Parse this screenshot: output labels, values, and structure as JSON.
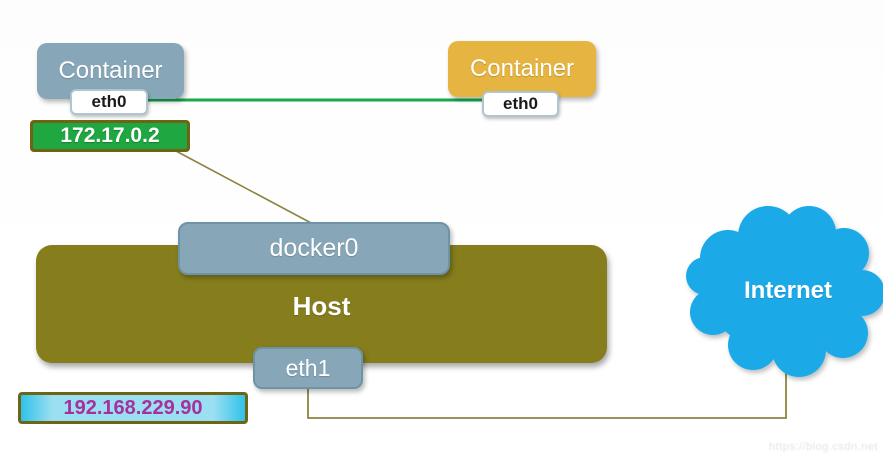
{
  "colors": {
    "steel": "#87A7B8",
    "steel_border": "#6D94A6",
    "gold": "#E6B440",
    "olive": "#867D1C",
    "green_fill": "#1FA741",
    "green_line": "#17A94C",
    "cyan_edge": "#2FC2E8",
    "cyan_fill": "#9ADFF2",
    "magenta": "#A6309C",
    "cloud_blue": "#1CA9E8",
    "line_olive": "#8A8440",
    "border_olive": "#6E6414"
  },
  "nodes": {
    "container_left": {
      "label": "Container",
      "interface": "eth0",
      "ip": "172.17.0.2"
    },
    "container_right": {
      "label": "Container",
      "interface": "eth0"
    },
    "host": {
      "label": "Host",
      "bridge": "docker0",
      "interface": "eth1",
      "ip": "192.168.229.90"
    },
    "internet": {
      "label": "Internet"
    }
  },
  "watermark": {
    "text": "https://blog.csdn.net"
  }
}
